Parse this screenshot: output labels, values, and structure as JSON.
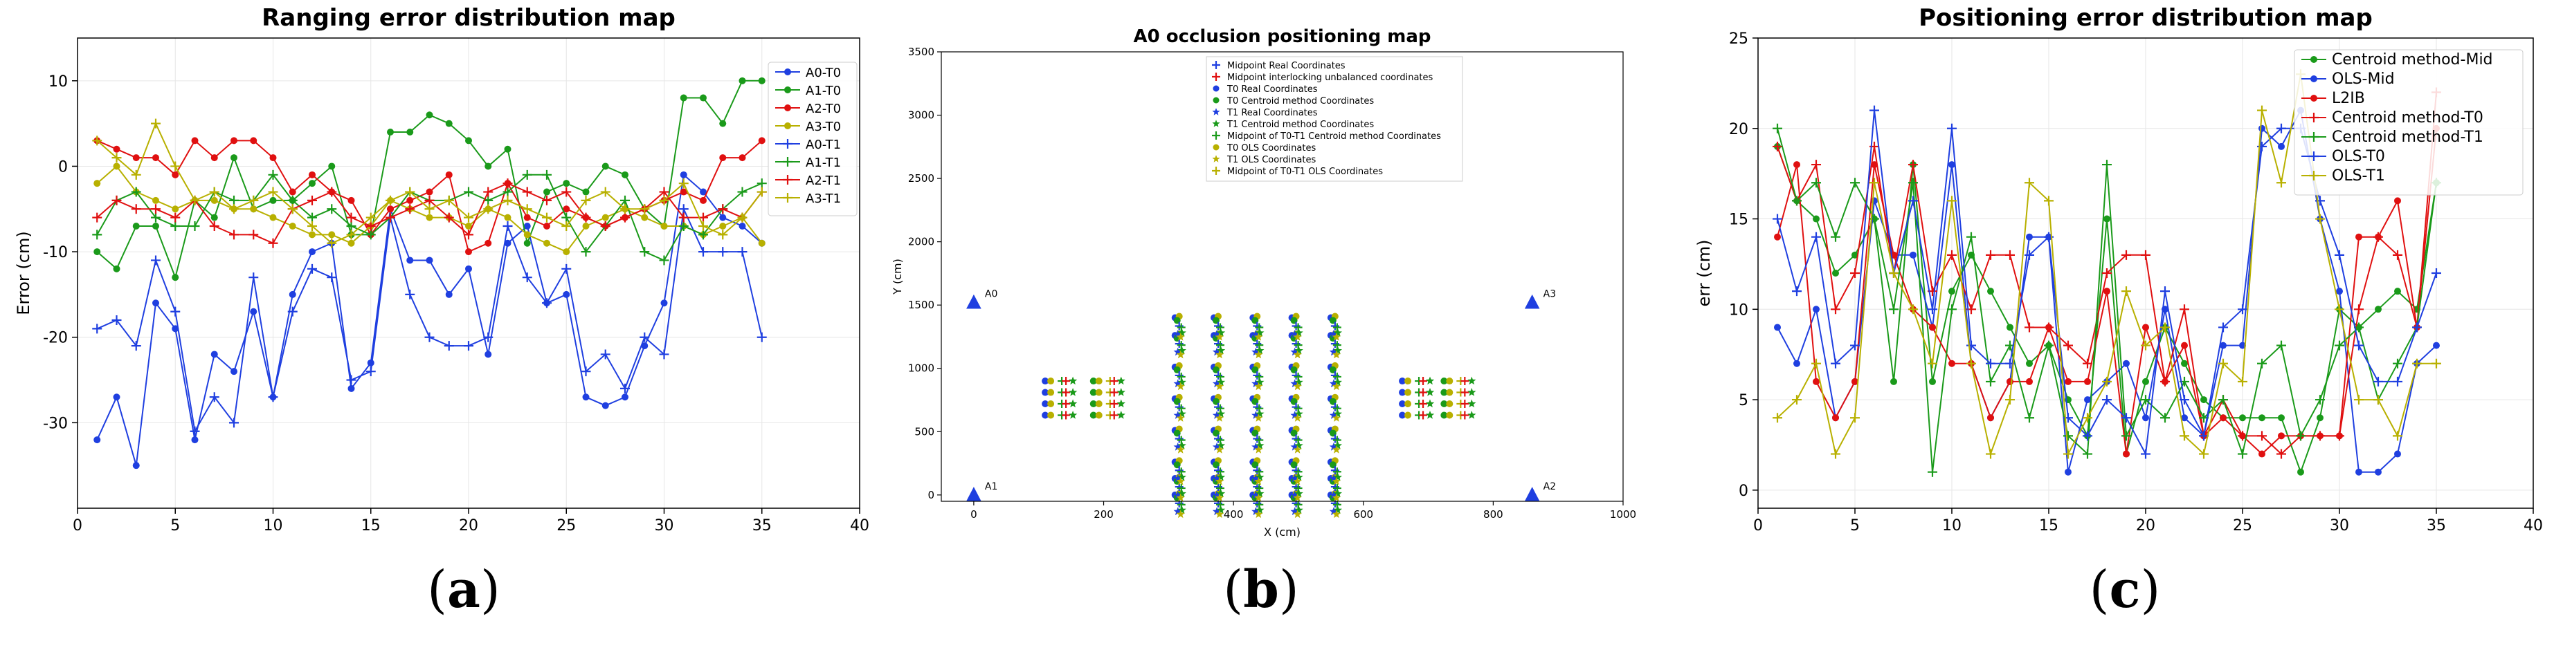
{
  "chart_data": [
    {
      "type": "line",
      "title": "Ranging error distribution map",
      "xlabel": "",
      "ylabel": "Error (cm)",
      "xlim": [
        0,
        40
      ],
      "ylim": [
        -40,
        15
      ],
      "xticks": [
        0,
        5,
        10,
        15,
        20,
        25,
        30,
        35,
        40
      ],
      "yticks": [
        -30,
        -20,
        -10,
        0,
        10
      ],
      "grid": true,
      "legend_position": "top-right",
      "x": [
        1,
        2,
        3,
        4,
        5,
        6,
        7,
        8,
        9,
        10,
        11,
        12,
        13,
        14,
        15,
        16,
        17,
        18,
        19,
        20,
        21,
        22,
        23,
        24,
        25,
        26,
        27,
        28,
        29,
        30,
        31,
        32,
        33,
        34,
        35
      ],
      "series": [
        {
          "name": "A0-T0",
          "color": "#1f3fe0",
          "marker": "circle",
          "values": [
            -32,
            -27,
            -35,
            -16,
            -19,
            -32,
            -22,
            -24,
            -17,
            -27,
            -15,
            -10,
            -9,
            -26,
            -23,
            -5,
            -11,
            -11,
            -15,
            -12,
            -22,
            -9,
            -7,
            -16,
            -15,
            -27,
            -28,
            -27,
            -21,
            -16,
            -1,
            -3,
            -6,
            -7,
            -9
          ]
        },
        {
          "name": "A1-T0",
          "color": "#1a9a1a",
          "marker": "circle",
          "values": [
            -10,
            -12,
            -7,
            -7,
            -13,
            -4,
            -6,
            1,
            -5,
            -4,
            -4,
            -2,
            0,
            -8,
            -8,
            4,
            4,
            6,
            5,
            3,
            0,
            2,
            -9,
            -3,
            -2,
            -3,
            0,
            -1,
            -5,
            -7,
            8,
            8,
            5,
            10,
            10
          ]
        },
        {
          "name": "A2-T0",
          "color": "#e01010",
          "marker": "circle",
          "values": [
            3,
            2,
            1,
            1,
            -1,
            3,
            1,
            3,
            3,
            1,
            -3,
            -1,
            -3,
            -4,
            -8,
            -5,
            -4,
            -3,
            -1,
            -10,
            -9,
            -2,
            -6,
            -7,
            -5,
            -6,
            -7,
            -6,
            -5,
            -4,
            -3,
            -4,
            1,
            1,
            3
          ]
        },
        {
          "name": "A3-T0",
          "color": "#b8b000",
          "marker": "circle",
          "values": [
            -2,
            0,
            -3,
            -4,
            -5,
            -4,
            -4,
            -5,
            -5,
            -6,
            -7,
            -8,
            -8,
            -9,
            -7,
            -4,
            -5,
            -6,
            -6,
            -7,
            -5,
            -6,
            -8,
            -9,
            -10,
            -7,
            -6,
            -5,
            -6,
            -7,
            -7,
            -8,
            -7,
            -6,
            -9
          ]
        },
        {
          "name": "A0-T1",
          "color": "#1f3fe0",
          "marker": "plus",
          "values": [
            -19,
            -18,
            -21,
            -11,
            -17,
            -31,
            -27,
            -30,
            -13,
            -27,
            -17,
            -12,
            -13,
            -25,
            -24,
            -6,
            -15,
            -20,
            -21,
            -21,
            -20,
            -7,
            -13,
            -16,
            -12,
            -24,
            -22,
            -26,
            -20,
            -22,
            -5,
            -10,
            -10,
            -10,
            -20
          ]
        },
        {
          "name": "A1-T1",
          "color": "#1a9a1a",
          "marker": "plus",
          "values": [
            -8,
            -4,
            -3,
            -6,
            -7,
            -7,
            -3,
            -4,
            -4,
            -1,
            -4,
            -6,
            -5,
            -7,
            -8,
            -6,
            -3,
            -4,
            -4,
            -3,
            -4,
            -3,
            -1,
            -1,
            -6,
            -10,
            -7,
            -4,
            -10,
            -11,
            -7,
            -8,
            -5,
            -3,
            -2
          ]
        },
        {
          "name": "A2-T1",
          "color": "#e01010",
          "marker": "plus",
          "values": [
            -6,
            -4,
            -5,
            -5,
            -6,
            -4,
            -7,
            -8,
            -8,
            -9,
            -5,
            -4,
            -3,
            -6,
            -7,
            -6,
            -5,
            -4,
            -6,
            -8,
            -3,
            -2,
            -3,
            -4,
            -3,
            -6,
            -7,
            -6,
            -5,
            -3,
            -6,
            -6,
            -5,
            -6,
            -3
          ]
        },
        {
          "name": "A3-T1",
          "color": "#b8b000",
          "marker": "plus",
          "values": [
            3,
            1,
            -1,
            5,
            0,
            -4,
            -3,
            -5,
            -4,
            -3,
            -5,
            -7,
            -9,
            -8,
            -6,
            -4,
            -3,
            -5,
            -4,
            -6,
            -5,
            -4,
            -5,
            -6,
            -7,
            -4,
            -3,
            -5,
            -5,
            -4,
            -2,
            -7,
            -8,
            -6,
            -3
          ]
        }
      ]
    },
    {
      "type": "scatter",
      "title": "A0 occlusion positioning map",
      "xlabel": "X (cm)",
      "ylabel": "Y (cm)",
      "xlim": [
        -50,
        1000
      ],
      "ylim": [
        -50,
        3500
      ],
      "xticks": [
        0,
        200,
        400,
        600,
        800,
        1000
      ],
      "yticks": [
        0,
        500,
        1000,
        1500,
        2000,
        2500,
        3000,
        3500
      ],
      "grid": false,
      "legend_position": "top-center",
      "anchors": [
        {
          "label": "A0",
          "x": 0,
          "y": 1520
        },
        {
          "label": "A1",
          "x": 0,
          "y": 0
        },
        {
          "label": "A2",
          "x": 860,
          "y": 0
        },
        {
          "label": "A3",
          "x": 860,
          "y": 1520
        }
      ],
      "left_group": [
        [
          110,
          630
        ],
        [
          110,
          900
        ]
      ],
      "right_group": [
        [
          660,
          630
        ],
        [
          660,
          900
        ]
      ],
      "left_cols": [
        110,
        180
      ],
      "right_cols": [
        660,
        720
      ],
      "mid_cols": [
        310,
        370,
        430,
        490,
        550
      ],
      "mid_rows": [
        0,
        130,
        260,
        510,
        760,
        1010,
        1260,
        1400
      ],
      "legend": [
        {
          "name": "Midpoint Real Coordinates",
          "color": "#1f3fe0",
          "marker": "plus"
        },
        {
          "name": "Midpoint interlocking unbalanced coordinates",
          "color": "#e01010",
          "marker": "plus"
        },
        {
          "name": "T0 Real Coordinates",
          "color": "#1f3fe0",
          "marker": "circle"
        },
        {
          "name": "T0 Centroid method Coordinates",
          "color": "#1a9a1a",
          "marker": "circle"
        },
        {
          "name": "T1 Real Coordinates",
          "color": "#1f3fe0",
          "marker": "star"
        },
        {
          "name": "T1 Centroid method Coordinates",
          "color": "#1a9a1a",
          "marker": "star"
        },
        {
          "name": "Midpoint of T0-T1 Centroid method Coordinates",
          "color": "#1a9a1a",
          "marker": "plus"
        },
        {
          "name": "T0 OLS Coordinates",
          "color": "#b8b000",
          "marker": "circle"
        },
        {
          "name": "T1 OLS Coordinates",
          "color": "#b8b000",
          "marker": "star"
        },
        {
          "name": "Midpoint of T0-T1 OLS Coordinates",
          "color": "#b8b000",
          "marker": "plus"
        }
      ]
    },
    {
      "type": "line",
      "title": "Positioning error distribution map",
      "xlabel": "",
      "ylabel": "err (cm)",
      "xlim": [
        0,
        40
      ],
      "ylim": [
        -1,
        25
      ],
      "xticks": [
        0,
        5,
        10,
        15,
        20,
        25,
        30,
        35,
        40
      ],
      "yticks": [
        0,
        5,
        10,
        15,
        20,
        25
      ],
      "grid": true,
      "legend_position": "top-right",
      "x": [
        1,
        2,
        3,
        4,
        5,
        6,
        7,
        8,
        9,
        10,
        11,
        12,
        13,
        14,
        15,
        16,
        17,
        18,
        19,
        20,
        21,
        22,
        23,
        24,
        25,
        26,
        27,
        28,
        29,
        30,
        31,
        32,
        33,
        34,
        35
      ],
      "series": [
        {
          "name": "Centroid method-Mid",
          "color": "#1a9a1a",
          "marker": "circle",
          "values": [
            19,
            16,
            15,
            12,
            13,
            15,
            6,
            18,
            6,
            11,
            13,
            11,
            9,
            7,
            8,
            5,
            3,
            15,
            2,
            6,
            9,
            7,
            5,
            4,
            4,
            4,
            4,
            1,
            4,
            10,
            9,
            10,
            11,
            10,
            17
          ]
        },
        {
          "name": "OLS-Mid",
          "color": "#1f3fe0",
          "marker": "circle",
          "values": [
            9,
            7,
            10,
            4,
            6,
            16,
            13,
            13,
            9,
            18,
            7,
            4,
            6,
            14,
            14,
            1,
            5,
            6,
            7,
            4,
            10,
            4,
            3,
            8,
            8,
            20,
            19,
            21,
            15,
            11,
            1,
            1,
            2,
            7,
            8
          ]
        },
        {
          "name": "L2IB",
          "color": "#e01010",
          "marker": "circle",
          "values": [
            14,
            18,
            6,
            4,
            6,
            18,
            13,
            10,
            9,
            7,
            7,
            4,
            6,
            6,
            9,
            6,
            6,
            11,
            2,
            9,
            6,
            8,
            3,
            4,
            3,
            2,
            3,
            3,
            3,
            3,
            14,
            14,
            16,
            9,
            20
          ]
        },
        {
          "name": "Centroid method-T0",
          "color": "#e01010",
          "marker": "plus",
          "values": [
            19,
            16,
            18,
            10,
            12,
            19,
            12,
            18,
            11,
            13,
            10,
            13,
            13,
            9,
            9,
            8,
            7,
            12,
            13,
            13,
            6,
            10,
            3,
            5,
            3,
            3,
            2,
            3,
            3,
            3,
            10,
            14,
            13,
            9,
            22
          ]
        },
        {
          "name": "Centroid method-T1",
          "color": "#1a9a1a",
          "marker": "plus",
          "values": [
            20,
            16,
            17,
            14,
            17,
            15,
            10,
            17,
            1,
            10,
            14,
            6,
            8,
            4,
            8,
            3,
            2,
            18,
            3,
            5,
            4,
            6,
            4,
            5,
            2,
            7,
            8,
            3,
            5,
            8,
            9,
            5,
            7,
            9,
            17
          ]
        },
        {
          "name": "OLS-T0",
          "color": "#1f3fe0",
          "marker": "plus",
          "values": [
            15,
            11,
            14,
            7,
            8,
            21,
            12,
            16,
            10,
            20,
            8,
            7,
            7,
            13,
            14,
            4,
            3,
            5,
            4,
            2,
            11,
            5,
            3,
            9,
            10,
            19,
            20,
            20,
            16,
            13,
            8,
            6,
            6,
            9,
            12
          ]
        },
        {
          "name": "OLS-T1",
          "color": "#b8b000",
          "marker": "plus",
          "values": [
            4,
            5,
            7,
            2,
            4,
            17,
            12,
            10,
            7,
            16,
            7,
            2,
            5,
            17,
            16,
            2,
            4,
            6,
            11,
            8,
            9,
            3,
            2,
            7,
            6,
            21,
            17,
            23,
            15,
            10,
            5,
            5,
            3,
            7,
            7
          ]
        }
      ]
    }
  ],
  "captions": [
    "(a)",
    "(b)",
    "(c)"
  ],
  "caption_letters": [
    "a",
    "b",
    "c"
  ]
}
